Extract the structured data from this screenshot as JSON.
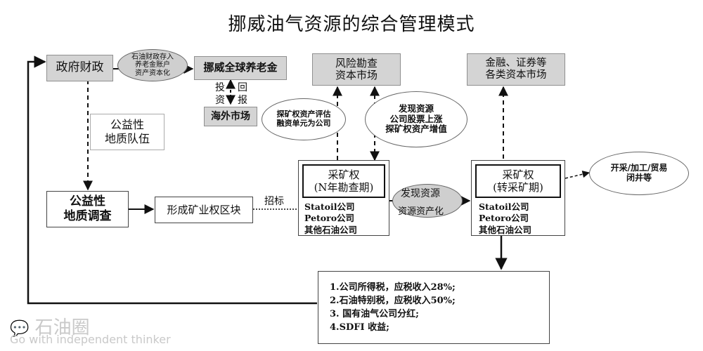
{
  "title": "挪威油气资源的综合管理模式",
  "nodes": {
    "gov_finance": "政府财政",
    "oil_fund_note": "石油财政存入\n养老金账户\n资产资本化",
    "pension": "挪威全球养老金",
    "invest": "投\n资",
    "return": "回\n报",
    "overseas": "海外市场",
    "public_team": "公益性\n地质队伍",
    "public_survey": "公益性\n地质调查",
    "block": "形成矿业权区块",
    "bid": "招标",
    "risk_market": "风险勘查\n资本市场",
    "assess_note": "探矿权资产评估\n融资单元为公司",
    "discover_note": "发现资源\n公司股票上涨\n探矿权资产增值",
    "mining_right_1": "采矿权\n(N年勘查期)",
    "companies_1": "Statoil公司\nPetoro公司\n其他石油公司",
    "discover_res": "发现资源",
    "res_capital": "资源资产化",
    "finance_market": "金融、证券等\n各类资本市场",
    "mining_right_2": "采矿权\n(转采矿期)",
    "companies_2": "Statoil公司\nPetoro公司\n其他石油公司",
    "exploit": "开采/加工/贸易\n闭井等",
    "tax_1": "1.公司所得税，应税收入28%;",
    "tax_2": "2.石油特别税，应税收入50%;",
    "tax_3": "3. 国有油气公司分红;",
    "tax_4": "4.SDFI 收益;"
  },
  "watermark": {
    "logo": "石油圈",
    "slogan": "Go with independent thinker"
  }
}
